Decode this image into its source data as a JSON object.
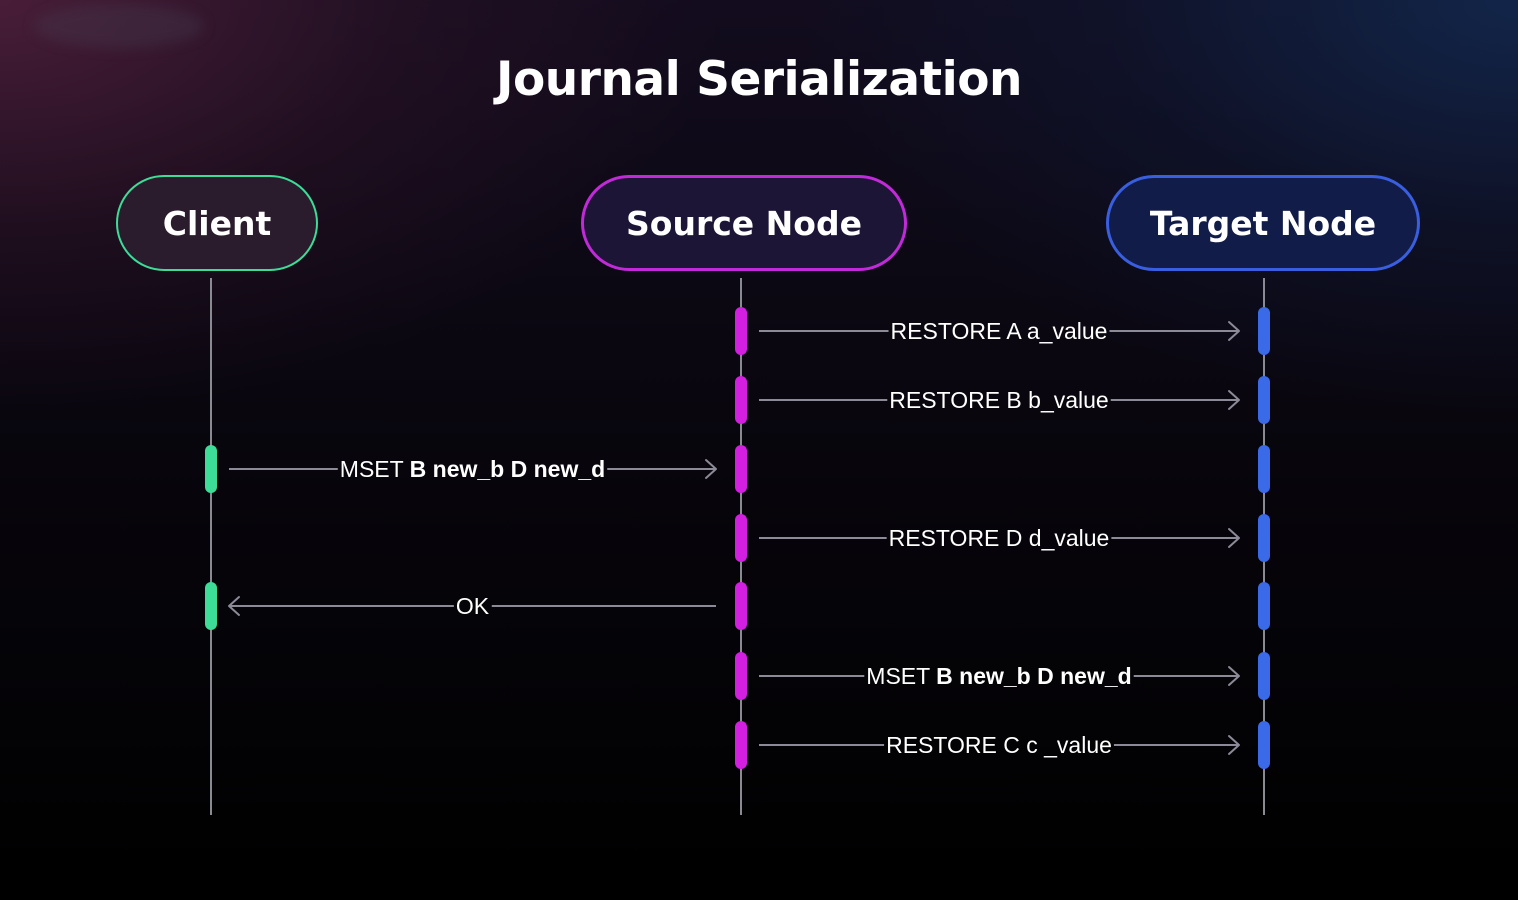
{
  "title": "Journal Serialization",
  "colors": {
    "client": "#3ddc97",
    "source": "#d21fe0",
    "target": "#3a6ae8",
    "arrow": "#8d8a97"
  },
  "actors": {
    "client": "Client",
    "source": "Source Node",
    "target": "Target Node"
  },
  "messages": [
    {
      "from": "source",
      "to": "target",
      "parts": [
        {
          "text": "RESTORE A a_value",
          "bold": false
        }
      ]
    },
    {
      "from": "source",
      "to": "target",
      "parts": [
        {
          "text": "RESTORE B b_value",
          "bold": false
        }
      ]
    },
    {
      "from": "client",
      "to": "source",
      "parts": [
        {
          "text": "MSET ",
          "bold": false
        },
        {
          "text": "B new_b D new_d",
          "bold": true
        }
      ]
    },
    {
      "from": "source",
      "to": "target",
      "parts": [
        {
          "text": "RESTORE D d_value",
          "bold": false
        }
      ]
    },
    {
      "from": "source",
      "to": "client",
      "parts": [
        {
          "text": "OK",
          "bold": false
        }
      ]
    },
    {
      "from": "source",
      "to": "target",
      "parts": [
        {
          "text": "MSET ",
          "bold": false
        },
        {
          "text": "B new_b D new_d",
          "bold": true
        }
      ]
    },
    {
      "from": "source",
      "to": "target",
      "parts": [
        {
          "text": "RESTORE C c _value",
          "bold": false
        }
      ]
    }
  ],
  "activations": {
    "client": [
      3,
      5
    ],
    "source": [
      1,
      2,
      3,
      4,
      5,
      6,
      7
    ],
    "target": [
      1,
      2,
      3,
      4,
      5,
      6,
      7
    ]
  }
}
